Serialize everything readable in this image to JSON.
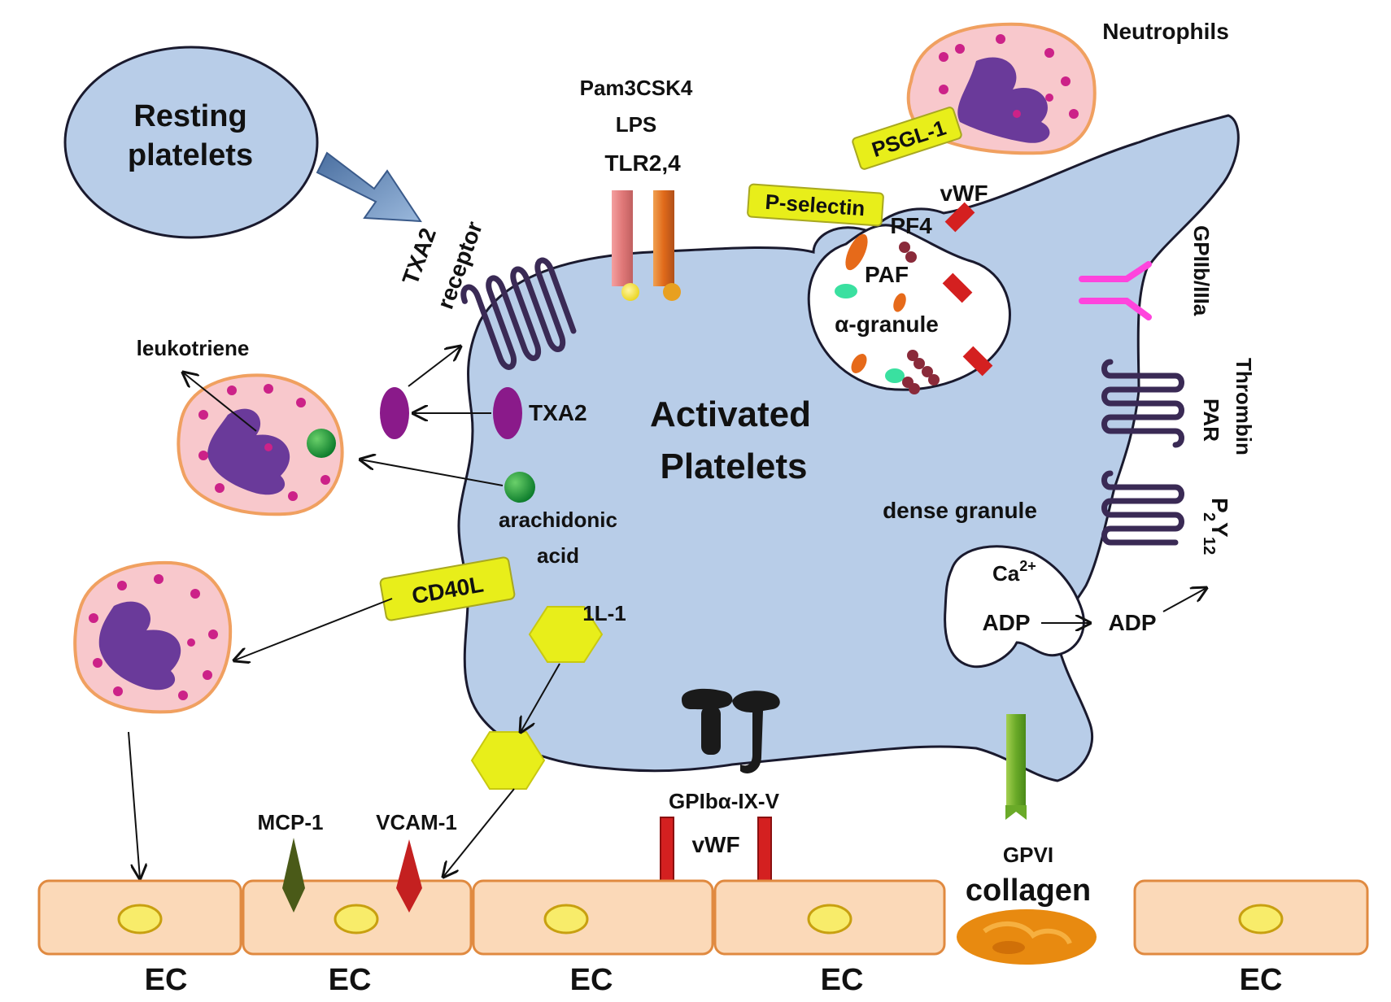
{
  "labels": {
    "resting": [
      "Resting",
      "platelets"
    ],
    "activated": [
      "Activated",
      "Platelets"
    ],
    "neutrophils": "Neutrophils",
    "pam3csk4": "Pam3CSK4",
    "lps": "LPS",
    "tlr": "TLR2,4",
    "txa2_receptor": [
      "TXA2",
      "receptor"
    ],
    "leukotriene": "leukotriene",
    "txa2": "TXA2",
    "arachidonic": [
      "arachidonic",
      "acid"
    ],
    "cd40l": "CD40L",
    "il1": "1L-1",
    "psgl1": "PSGL-1",
    "p_selectin": "P-selectin",
    "vwf_top": "vWF",
    "pf4": "PF4",
    "paf": "PAF",
    "alpha_granule": "α-granule",
    "gpiib": "GPIIb/IIIa",
    "thrombin_par": [
      "Thrombin",
      "PAR"
    ],
    "p2y12": {
      "p": "P",
      "sub1": "2",
      "y": "Y",
      "sub2": "12"
    },
    "dense_granule": "dense granule",
    "ca": {
      "base": "Ca",
      "sup": "2+"
    },
    "adp_in": "ADP",
    "adp_out": "ADP",
    "gpib": "GPIbα-IX-V",
    "vwf_bottom": "vWF",
    "gpvi": "GPVI",
    "collagen": "collagen",
    "mcp1": "MCP-1",
    "vcam1": "VCAM-1",
    "ec": [
      "EC",
      "EC",
      "EC",
      "EC",
      "EC"
    ]
  },
  "colors": {
    "platelet": "#b8cde8",
    "outline": "#1a1a2e",
    "cell_fill": "#f8c8cc",
    "cell_border": "#f0a060",
    "nucleus": "#6a3a9a",
    "granule": "#cc2288",
    "ec_fill": "#fbd9b8",
    "ec_border": "#e08a40",
    "ec_nucleus": "#f8ec6a",
    "yellow_tag": "#e8ee1a",
    "red_bar": "#d42020",
    "magenta": "#ff44dd",
    "receptor": "#3a2a55",
    "collagen": "#e88a10",
    "gpvi": "#6aaa28"
  }
}
